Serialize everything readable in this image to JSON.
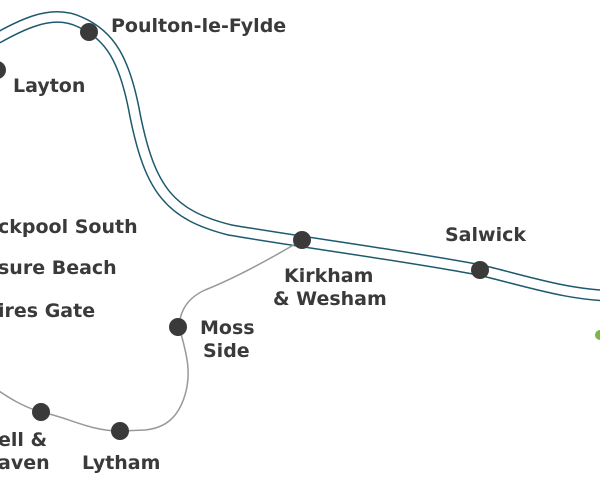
{
  "colors": {
    "main_line": "#1d5a6e",
    "branch_line": "#999999",
    "station_dot": "#3a3a3a",
    "label_text": "#3a3a3a",
    "green_marker": "#7ab648"
  },
  "main_line_stations": [
    {
      "id": "layton",
      "label": "Layton"
    },
    {
      "id": "poulton",
      "label": "Poulton-le-Fylde"
    },
    {
      "id": "kirkham",
      "label": "Kirkham",
      "label2": "& Wesham"
    },
    {
      "id": "salwick",
      "label": "Salwick"
    }
  ],
  "branch_stations": [
    {
      "id": "moss_side",
      "label": "Moss",
      "label2": "Side"
    },
    {
      "id": "lytham",
      "label": "Lytham"
    },
    {
      "id": "ansdell",
      "label": "ell &",
      "label2": "aven"
    }
  ],
  "cut_off_labels": [
    {
      "id": "blackpool_south",
      "label": "ckpool South"
    },
    {
      "id": "pleasure_beach",
      "label": "sure Beach"
    },
    {
      "id": "squires_gate",
      "label": "ires Gate"
    }
  ]
}
